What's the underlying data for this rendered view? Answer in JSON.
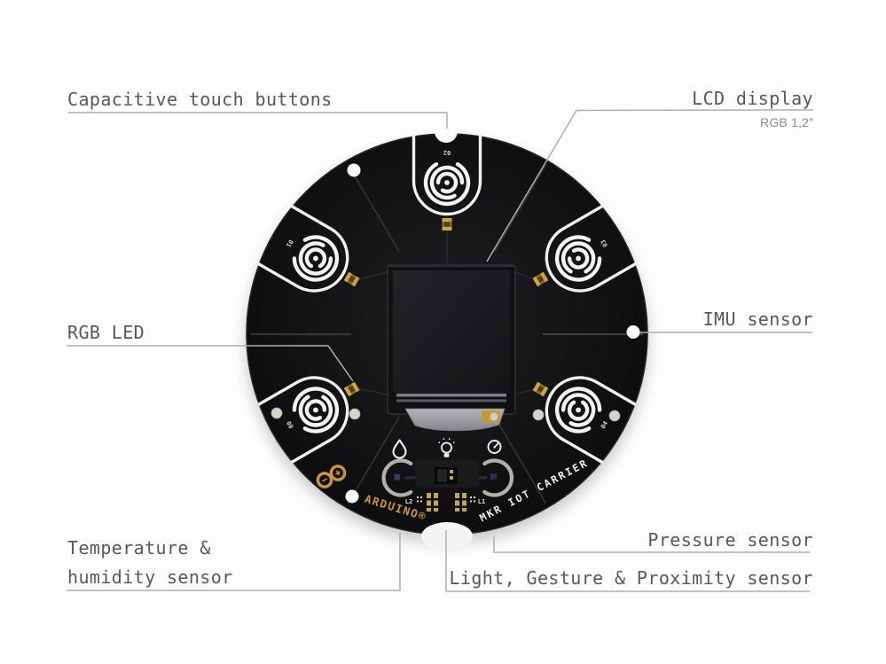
{
  "page": {
    "background": "#fdfdfd",
    "type": "annotated product diagram"
  },
  "callouts": {
    "capacitive": {
      "label": "Capacitive touch buttons"
    },
    "lcd": {
      "label": "LCD display",
      "sublabel": "RGB 1,2”"
    },
    "rgb_led": {
      "label": "RGB LED"
    },
    "imu": {
      "label": "IMU sensor"
    },
    "temperature": {
      "label_line1": "Temperature &",
      "label_line2": "humidity sensor"
    },
    "pressure": {
      "label": "Pressure sensor"
    },
    "light": {
      "label": "Light, Gesture & Proximity sensor"
    }
  },
  "board": {
    "brand": "ARDUINO®",
    "product": "MKR IOT CARRIER",
    "led_labels": {
      "left": "L2",
      "right": "L1"
    },
    "touch_buttons": [
      {
        "id": "00",
        "position": "lower-left"
      },
      {
        "id": "01",
        "position": "upper-left"
      },
      {
        "id": "02",
        "position": "top"
      },
      {
        "id": "03",
        "position": "upper-right"
      },
      {
        "id": "04",
        "position": "lower-right"
      }
    ],
    "colors": {
      "pcb": "#131316",
      "gold": "#c8973b",
      "silkscreen": "#f2f2f2"
    }
  },
  "style": {
    "label_color": "#57585a",
    "sublabel_color": "#8b8b8d",
    "line_color": "#aeaeae"
  }
}
